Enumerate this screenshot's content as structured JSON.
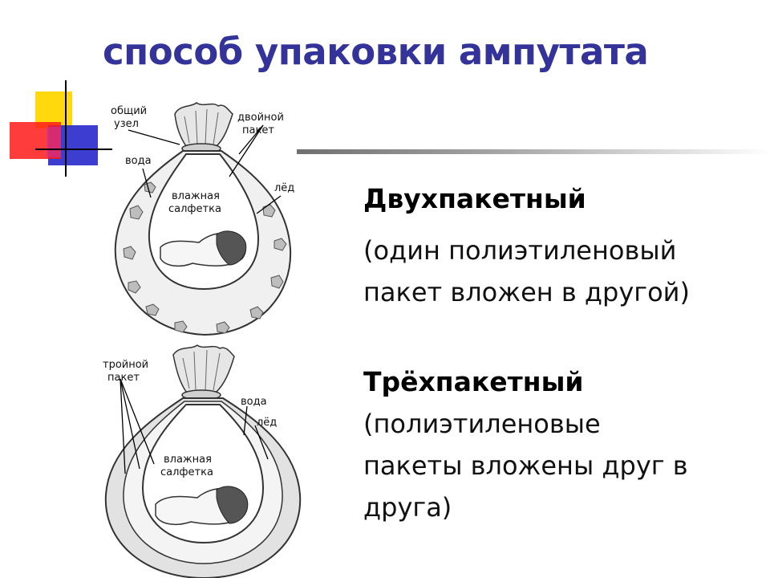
{
  "title": "способ упаковки ампутата",
  "colors": {
    "title": "#333399",
    "deco_yellow": "#ffd700",
    "deco_red": "#ff0000",
    "deco_blue": "#3333cc"
  },
  "illustration_top": {
    "label_knot_1": "общий",
    "label_knot_2": "узел",
    "label_bag_1": "двойной",
    "label_bag_2": "пакет",
    "label_water": "вода",
    "label_ice": "лёд",
    "label_napkin_1": "влажная",
    "label_napkin_2": "салфетка"
  },
  "illustration_bottom": {
    "label_bag_1": "тройной",
    "label_bag_2": "пакет",
    "label_water": "вода",
    "label_ice": "лёд",
    "label_napkin_1": "влажная",
    "label_napkin_2": "салфетка"
  },
  "block1": {
    "heading": "Двухпакетный",
    "line1": "(один полиэтиленовый",
    "line2": "пакет вложен в другой)"
  },
  "block2": {
    "heading": "Трёхпакетный",
    "line1": "(полиэтиленовые",
    "line2": "пакеты вложены друг в",
    "line3": "друга)"
  }
}
